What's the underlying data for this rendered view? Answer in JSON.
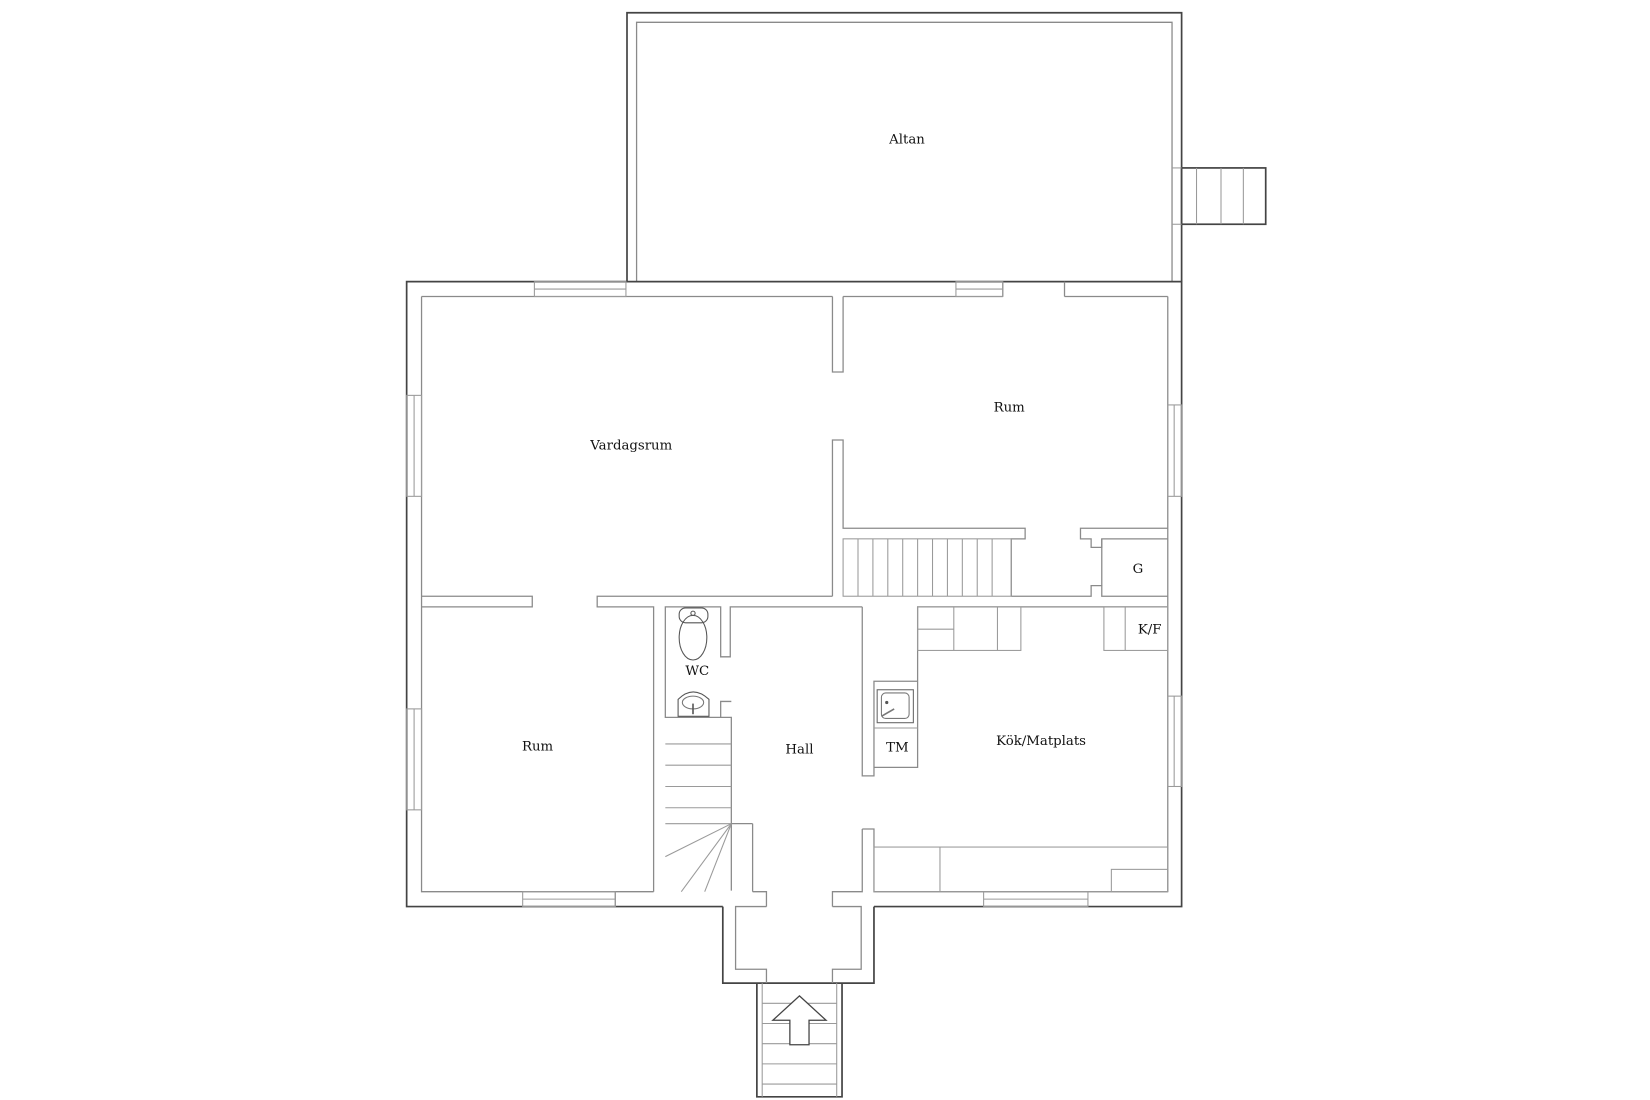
{
  "floor_plan": {
    "rooms": {
      "altan": "Altan",
      "vardagsrum": "Vardagsrum",
      "rum_north": "Rum",
      "g": "G",
      "kf": "K/F",
      "wc": "WC",
      "hall": "Hall",
      "tm": "TM",
      "kok": "Kök/Matplats",
      "rum_west": "Rum"
    },
    "line_color": "#8a8a8a",
    "outer_wall_color": "#444444",
    "entrance_arrow": "arrow-up-icon"
  }
}
